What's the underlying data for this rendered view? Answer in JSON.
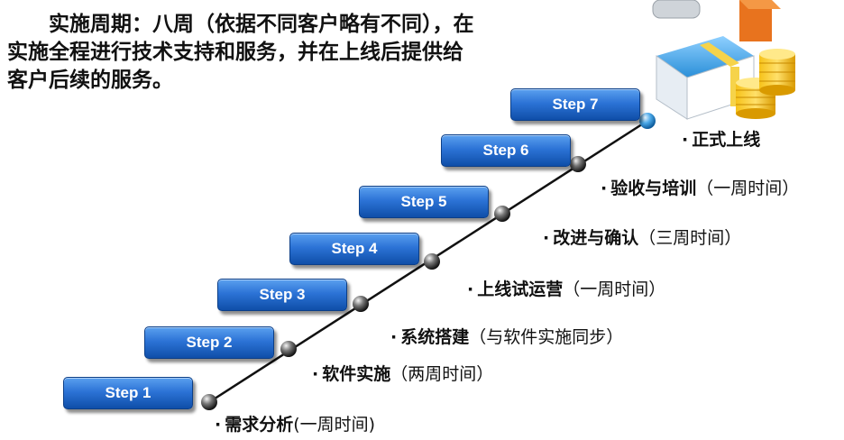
{
  "intro": "实施周期：八周（依据不同客户略有不同），在实施全程进行技术支持和服务，并在上线后提供给客户后续的服务。",
  "steps": [
    {
      "label": "Step 1",
      "bullet": "·",
      "name": "需求分析",
      "duration": "(一周时间)"
    },
    {
      "label": "Step 2",
      "bullet": "·",
      "name": "软件实施",
      "duration": "（两周时间）"
    },
    {
      "label": "Step 3",
      "bullet": "·",
      "name": "系统搭建",
      "duration": "（与软件实施同步）"
    },
    {
      "label": "Step 4",
      "bullet": "·",
      "name": "上线试运营",
      "duration": "（一周时间）"
    },
    {
      "label": "Step 5",
      "bullet": "·",
      "name": "改进与确认",
      "duration": "（三周时间）"
    },
    {
      "label": "Step 6",
      "bullet": "·",
      "name": "验收与培训",
      "duration": "（一周时间）"
    },
    {
      "label": "Step 7",
      "bullet": "·",
      "name": "正式上线",
      "duration": ""
    }
  ],
  "colors": {
    "button_top": "#5aa0ef",
    "button_bottom": "#0f4ea8",
    "line": "#111111",
    "final_dot": "#4aa8e8"
  },
  "icons": [
    "money-box-icon"
  ]
}
